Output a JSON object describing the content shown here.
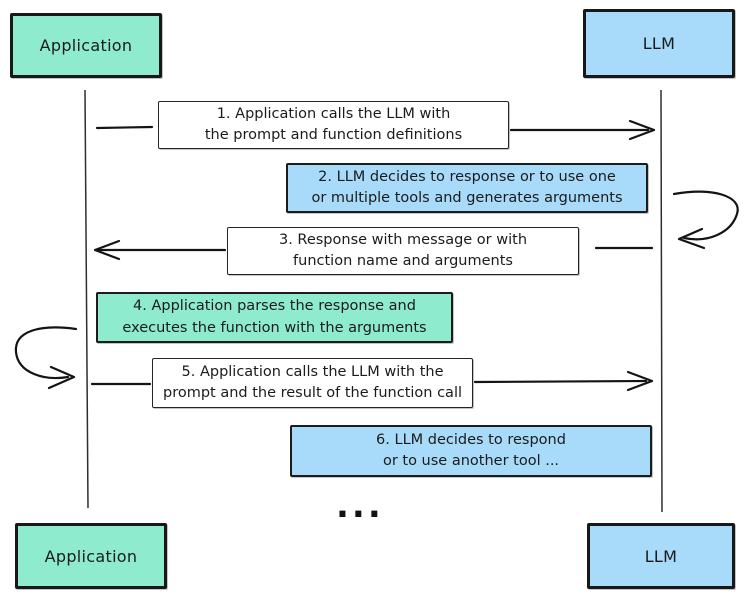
{
  "colors": {
    "green": "#8EEBCE",
    "blue": "#A8DAF9",
    "white": "#FFFFFF",
    "stroke": "#1B1B1B"
  },
  "actors": {
    "top_left": {
      "label": "Application"
    },
    "top_right": {
      "label": "LLM"
    },
    "bottom_left": {
      "label": "Application"
    },
    "bottom_right": {
      "label": "LLM"
    }
  },
  "messages": [
    {
      "num": 1,
      "text": "1. Application calls the LLM with the prompt and function definitions",
      "fill": "white",
      "direction": "application-to-llm"
    },
    {
      "num": 2,
      "text": "2. LLM decides to response or to use one or multiple tools and generates arguments",
      "fill": "blue",
      "direction": "llm-self-loop"
    },
    {
      "num": 3,
      "text": "3. Response with message or with function name and arguments",
      "fill": "white",
      "direction": "llm-to-application"
    },
    {
      "num": 4,
      "text": "4. Application parses the response and executes the function with the arguments",
      "fill": "green",
      "direction": "application-self-loop"
    },
    {
      "num": 5,
      "text": "5. Application calls the LLM with the prompt and the result of the function call",
      "fill": "white",
      "direction": "application-to-llm"
    },
    {
      "num": 6,
      "text": "6. LLM decides to respond or to use another tool ...",
      "fill": "blue",
      "direction": "llm-internal"
    }
  ],
  "ellipsis": "..."
}
